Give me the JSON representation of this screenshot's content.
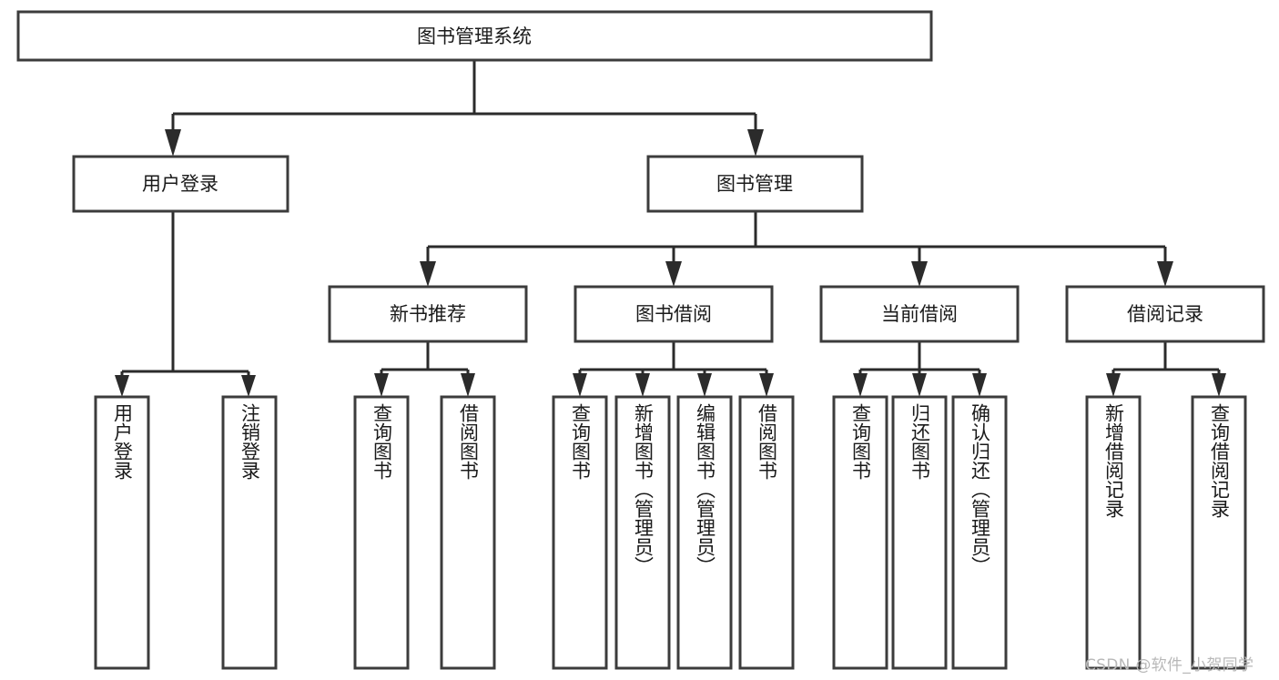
{
  "diagram": {
    "title": "图书管理系统",
    "type": "tree-hierarchy",
    "root": {
      "id": "root",
      "label": "图书管理系统"
    },
    "level1": [
      {
        "id": "user-login",
        "label": "用户登录"
      },
      {
        "id": "book-management",
        "label": "图书管理"
      }
    ],
    "level2": [
      {
        "id": "new-book-recommend",
        "label": "新书推荐",
        "parent": "book-management"
      },
      {
        "id": "book-borrow",
        "label": "图书借阅",
        "parent": "book-management"
      },
      {
        "id": "current-borrow",
        "label": "当前借阅",
        "parent": "book-management"
      },
      {
        "id": "borrow-record",
        "label": "借阅记录",
        "parent": "book-management"
      }
    ],
    "leaves": {
      "user-login": [
        {
          "id": "leaf-user-login",
          "label": "用户登录"
        },
        {
          "id": "leaf-logout-login",
          "label": "注销登录"
        }
      ],
      "new-book-recommend": [
        {
          "id": "leaf-query-book-1",
          "label": "查询图书"
        },
        {
          "id": "leaf-borrow-book-1",
          "label": "借阅图书"
        }
      ],
      "book-borrow": [
        {
          "id": "leaf-query-book-2",
          "label": "查询图书"
        },
        {
          "id": "leaf-add-book",
          "label": "新增图书（管理员）"
        },
        {
          "id": "leaf-edit-book",
          "label": "编辑图书（管理员）"
        },
        {
          "id": "leaf-borrow-book-2",
          "label": "借阅图书"
        }
      ],
      "current-borrow": [
        {
          "id": "leaf-query-book-3",
          "label": "查询图书"
        },
        {
          "id": "leaf-return-book",
          "label": "归还图书"
        },
        {
          "id": "leaf-confirm-return",
          "label": "确认归还（管理员）"
        }
      ],
      "borrow-record": [
        {
          "id": "leaf-add-record",
          "label": "新增借阅记录"
        },
        {
          "id": "leaf-query-record",
          "label": "查询借阅记录"
        }
      ]
    }
  },
  "watermark": {
    "text": "CSDN @软件_小贺同学"
  },
  "colors": {
    "box_stroke": "#3c3c3c",
    "connector": "#2b2b2b",
    "text": "#1a1a1a",
    "background": "#ffffff",
    "watermark": "#b8b8b8"
  }
}
